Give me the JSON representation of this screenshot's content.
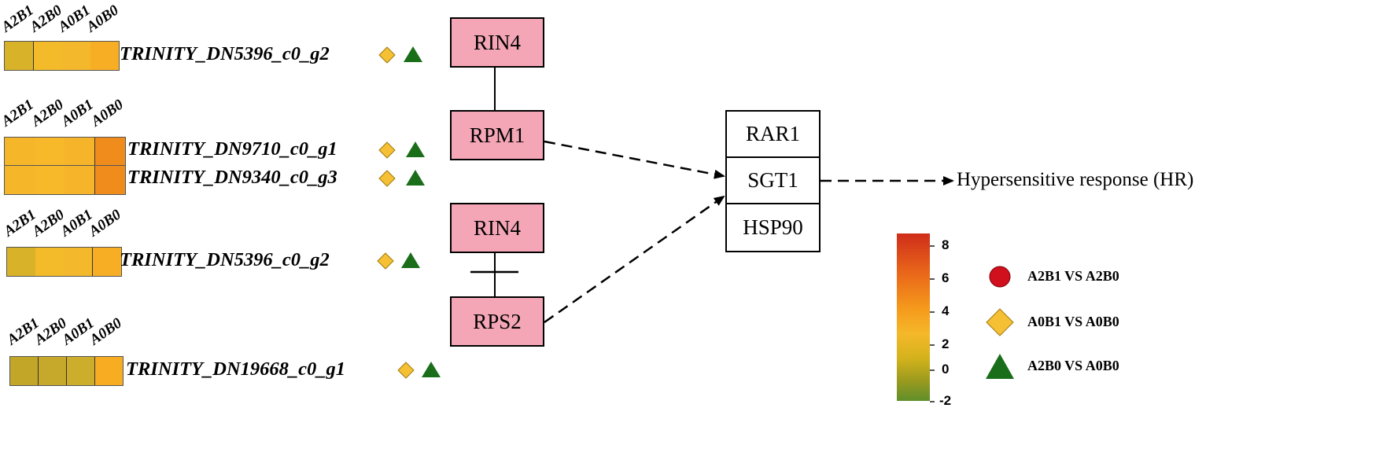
{
  "heatmap_groups": [
    {
      "col_labels": [
        "A2B1",
        "A2B0",
        "A0B1",
        "A0B0"
      ],
      "rows": [
        {
          "gene": "TRINITY_DN5396_c0_g2",
          "colors": [
            "#d8b228",
            "#f3bb2a",
            "#f3b82c",
            "#f7ae24"
          ]
        }
      ]
    },
    {
      "col_labels": [
        "A2B1",
        "A2B0",
        "A0B1",
        "A0B0"
      ],
      "rows": [
        {
          "gene": "TRINITY_DN9710_c0_g1",
          "colors": [
            "#f6b62a",
            "#f7b82a",
            "#f6b42a",
            "#ef8c1c"
          ]
        },
        {
          "gene": "TRINITY_DN9340_c0_g3",
          "colors": [
            "#f6b62a",
            "#f7b82a",
            "#f6b42a",
            "#ef8c1c"
          ]
        }
      ]
    },
    {
      "col_labels": [
        "A2B1",
        "A2B0",
        "A0B1",
        "A0B0"
      ],
      "rows": [
        {
          "gene": "TRINITY_DN5396_c0_g2",
          "colors": [
            "#d8b228",
            "#f3bb2a",
            "#f3b82c",
            "#f7ae24"
          ]
        }
      ]
    },
    {
      "col_labels": [
        "A2B1",
        "A2B0",
        "A0B1",
        "A0B0"
      ],
      "rows": [
        {
          "gene": "TRINITY_DN19668_c0_g1",
          "colors": [
            "#c2a628",
            "#c6a82a",
            "#cdae2c",
            "#f7ac22"
          ]
        }
      ]
    }
  ],
  "nodes": {
    "rin4_top": "RIN4",
    "rpm1": "RPM1",
    "rin4_bottom": "RIN4",
    "rps2": "RPS2",
    "rar1": "RAR1",
    "sgt1": "SGT1",
    "hsp90": "HSP90"
  },
  "outcome_label": "Hypersensitive response (HR)",
  "colorbar": {
    "ticks": [
      "8",
      "6",
      "4",
      "2",
      "0",
      "-2"
    ],
    "colors": {
      "low": "#5f8f2a",
      "mid": "#f5b82a",
      "high": "#cf2d1a"
    }
  },
  "legend": [
    {
      "label": "A2B1 VS A2B0",
      "shape": "circle",
      "color": "#d0101c"
    },
    {
      "label": "A0B1 VS A0B0",
      "shape": "diamond",
      "color": "#f5c034"
    },
    {
      "label": "A2B0 VS A0B0",
      "shape": "triangle",
      "color": "#1a6e1a"
    }
  ]
}
